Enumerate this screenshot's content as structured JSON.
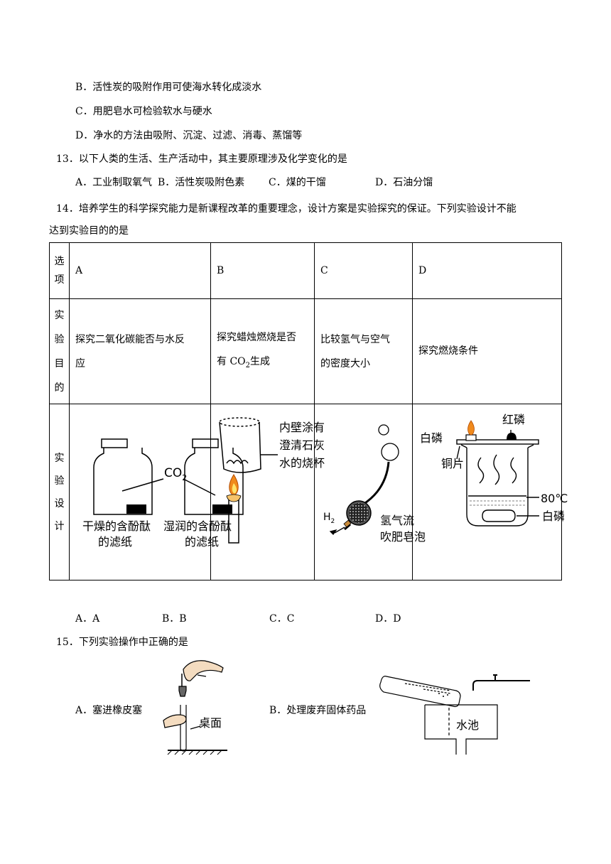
{
  "options_q12": {
    "B": "B．活性炭的吸附作用可使海水转化成淡水",
    "C": "C．用肥皂水可检验软水与硬水",
    "D": "D．净水的方法由吸附、沉淀、过滤、消毒、蒸馏等"
  },
  "q13": {
    "stem": "13．以下人类的生活、生产活动中，其主要原理涉及化学变化的是",
    "options": [
      "A．工业制取氧气",
      "B．活性炭吸附色素",
      "C．煤的干馏",
      "D．石油分馏"
    ]
  },
  "q14": {
    "stem_line1": "14．培养学生的科学探究能力是新课程改革的重要理念，设计方案是实验探究的保证。下列实验设计不能",
    "stem_line2": "达到实验目的的是",
    "row_labels": {
      "option": [
        "选",
        "项"
      ],
      "purpose": [
        "实",
        "验",
        "目",
        "的"
      ],
      "design": [
        "实",
        "验",
        "设",
        "计"
      ]
    },
    "headers": [
      "A",
      "B",
      "C",
      "D"
    ],
    "purposes": {
      "A": [
        "探究二氧化碳能否与水反",
        "应"
      ],
      "B_line1": "探究蜡烛燃烧是否",
      "B_line2_pre": "有 CO",
      "B_line2_sub": "2",
      "B_line2_post": "生成",
      "C": [
        "比较氢气与空气",
        "的密度大小"
      ],
      "D": "探究燃烧条件"
    },
    "diagram_labels": {
      "A": {
        "co2": "CO",
        "co2_sub": "2",
        "left_line1": "干燥的含酚酞",
        "left_line2": "的滤纸",
        "right_line1": "湿润的含酚酞",
        "right_line2": "的滤纸"
      },
      "B": {
        "line1": "内壁涂有",
        "line2": "澄清石灰",
        "line3": "水的烧杯"
      },
      "C": {
        "h2": "H",
        "h2_sub": "2",
        "line1": "氢气流",
        "line2": "吹肥皂泡"
      },
      "D": {
        "red_p": "红磷",
        "white_p": "白磷",
        "copper": "铜片",
        "temp": "80℃",
        "white_p2": "白磷"
      }
    },
    "answers": [
      "A．A",
      "B．B",
      "C．C",
      "D．D"
    ]
  },
  "q15": {
    "stem": "15．下列实验操作中正确的是",
    "optA": "A．塞进橡皮塞",
    "optB": "B．处理废弃固体药品",
    "label_desk": "桌面",
    "label_sink": "水池"
  }
}
